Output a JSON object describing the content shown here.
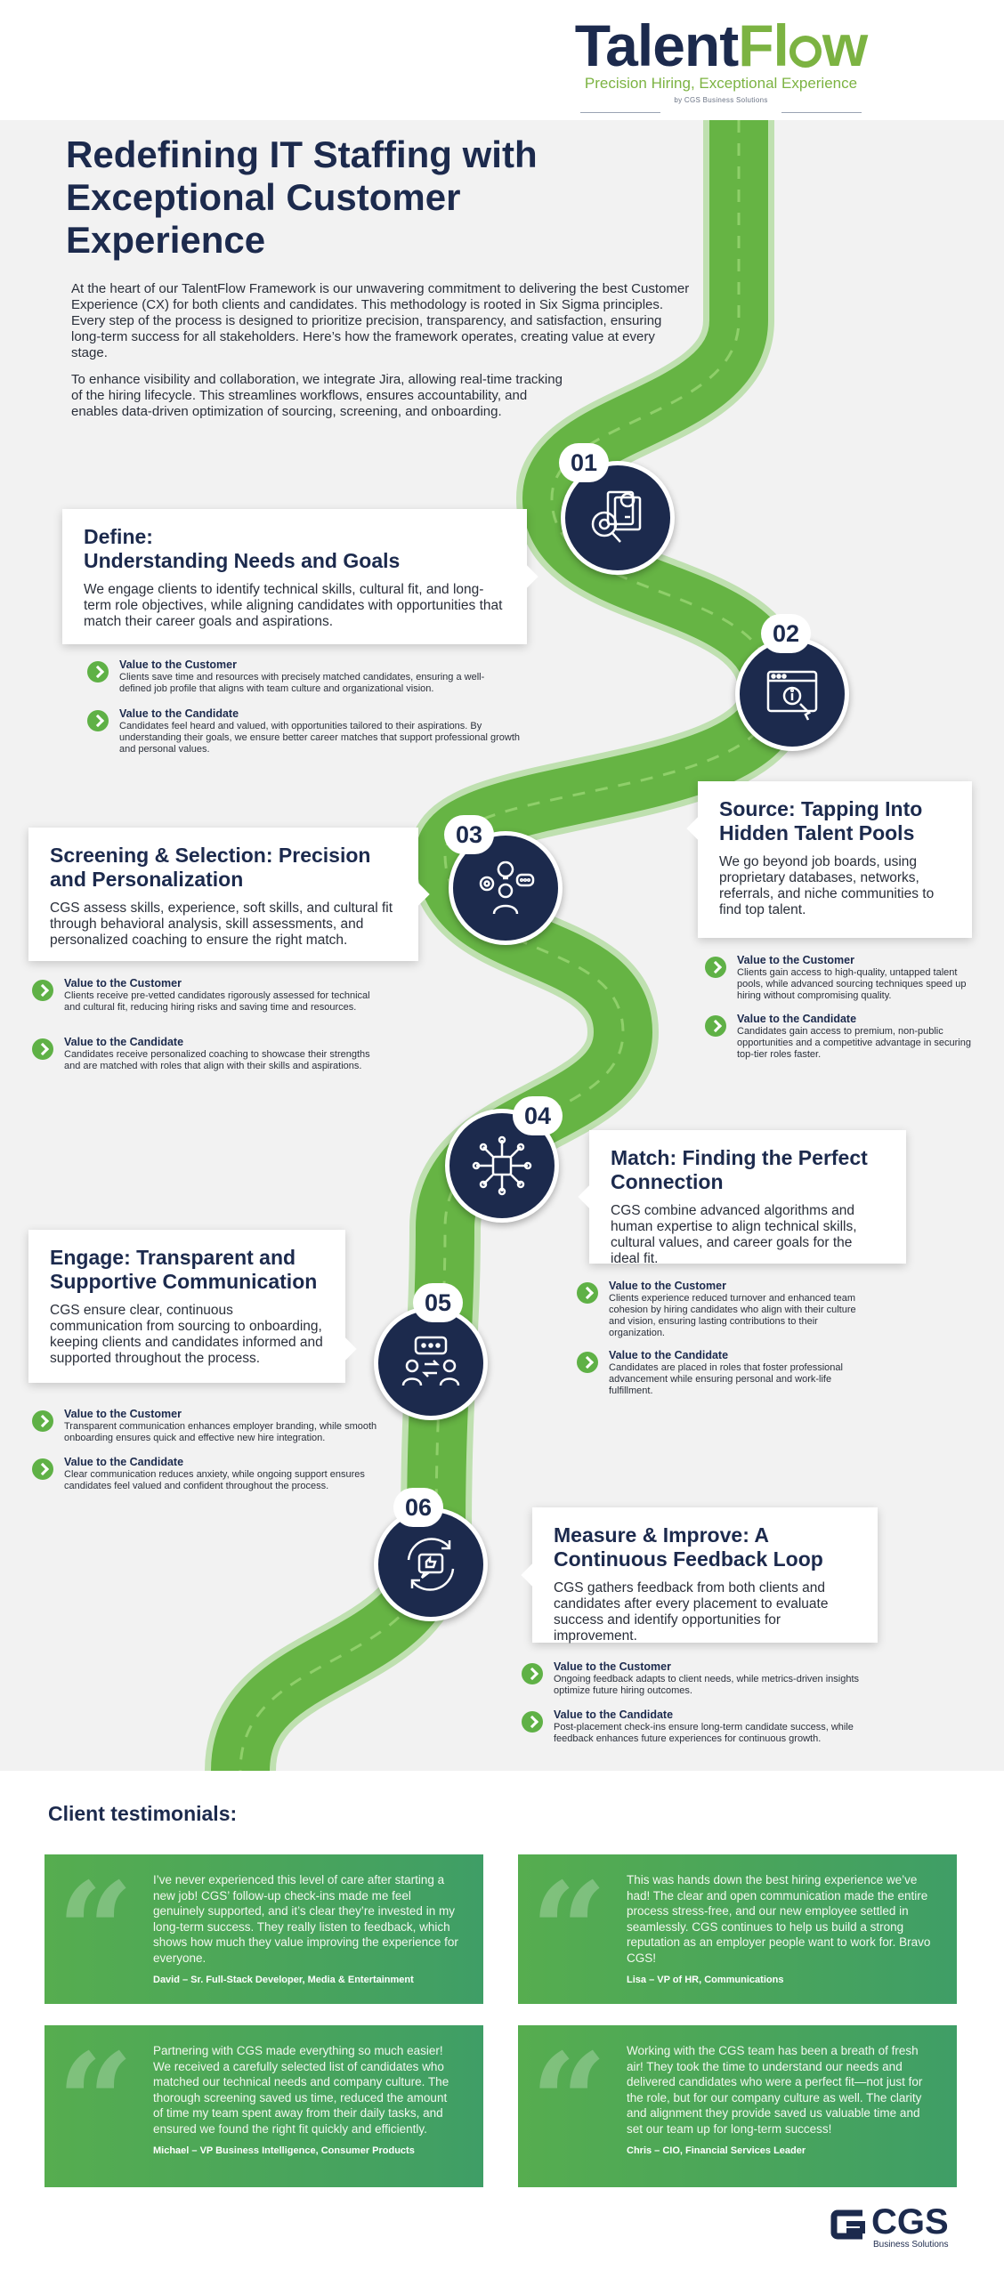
{
  "brand": {
    "name_part1": "Talent",
    "name_part2": "Fl",
    "name_part3": "w",
    "tagline": "Precision Hiring, Exceptional Experience",
    "byline": "by CGS Business Solutions",
    "accent": "#7cb342",
    "navy": "#1c2a4d"
  },
  "hero": {
    "title": "Redefining IT Staffing with Exceptional Customer Experience",
    "intro1": "At the heart of our TalentFlow Framework is our unwavering commitment to delivering the best Customer Experience (CX) for both clients and candidates. This methodology is rooted in Six Sigma principles. Every step of the process is designed to prioritize precision, transparency, and satisfaction, ensuring long-term success for all stakeholders. Here’s how the framework operates, creating value at every stage.",
    "intro2": "To enhance visibility and collaboration, we integrate Jira, allowing real-time tracking of the hiring lifecycle. This streamlines workflows, ensures accountability, and enables data-driven optimization of sourcing, screening, and onboarding."
  },
  "steps": [
    {
      "num": "01",
      "icon": "documents-idea-icon",
      "title": "Define:\nUnderstanding Needs and Goals",
      "body": "We engage clients to identify technical skills, cultural fit, and long-term role objectives, while aligning candidates with opportunities that match their career goals and aspirations.",
      "customer_title": "Value to the Customer",
      "customer_text": "Clients save time and resources with precisely matched candidates, ensuring a well-defined job profile that aligns with team culture and organizational vision.",
      "candidate_title": "Value to the Candidate",
      "candidate_text": "Candidates feel heard and valued, with opportunities tailored to their aspirations. By understanding their goals, we ensure better career matches that support professional growth and personal values."
    },
    {
      "num": "02",
      "icon": "browser-info-icon",
      "title": "Source: Tapping Into Hidden Talent Pools",
      "body": "We go beyond job boards, using proprietary databases, networks, referrals, and niche communities to find top talent.",
      "customer_title": "Value to the Customer",
      "customer_text": "Clients gain access to high-quality, untapped talent pools, while advanced sourcing techniques speed up hiring without compromising quality.",
      "candidate_title": "Value to the Candidate",
      "candidate_text": "Candidates gain access to premium, non-public opportunities and a competitive advantage in securing top-tier roles faster."
    },
    {
      "num": "03",
      "icon": "person-gears-icon",
      "title": "Screening & Selection: Precision and Personalization",
      "body": "CGS assess skills, experience, soft skills, and cultural fit through behavioral analysis, skill assessments, and personalized coaching to ensure the right match.",
      "customer_title": "Value to the Customer",
      "customer_text": "Clients receive pre-vetted candidates rigorously assessed for technical and cultural fit, reducing hiring risks and saving time and resources.",
      "candidate_title": "Value to the Candidate",
      "candidate_text": "Candidates receive personalized coaching to showcase their strengths and are matched with roles that align with their skills and aspirations."
    },
    {
      "num": "04",
      "icon": "network-chip-icon",
      "title": "Match: Finding the Perfect Connection",
      "body": "CGS combine advanced algorithms and human expertise to align technical skills, cultural values, and career goals for the ideal fit.",
      "customer_title": "Value to the Customer",
      "customer_text": "Clients experience reduced turnover and enhanced team cohesion by hiring candidates who align with their culture and vision, ensuring lasting contributions to their organization.",
      "candidate_title": "Value to the Candidate",
      "candidate_text": "Candidates are placed in roles that foster professional advancement while ensuring personal and work-life fulfillment."
    },
    {
      "num": "05",
      "icon": "chat-exchange-icon",
      "title": "Engage: Transparent and Supportive Communication",
      "body": "CGS ensure clear, continuous communication from sourcing to onboarding, keeping clients and candidates informed and supported throughout the process.",
      "customer_title": "Value to the Customer",
      "customer_text": "Transparent communication enhances employer branding, while smooth onboarding ensures quick and effective new hire integration.",
      "candidate_title": "Value to the Candidate",
      "candidate_text": "Clear communication reduces anxiety, while ongoing support ensures candidates feel valued and confident throughout the process."
    },
    {
      "num": "06",
      "icon": "feedback-cycle-icon",
      "title": "Measure & Improve: A Continuous Feedback Loop",
      "body": "CGS gathers feedback from both clients and candidates after every placement to evaluate success and identify opportunities for improvement.",
      "customer_title": "Value to the Customer",
      "customer_text": "Ongoing feedback adapts to client needs, while metrics-driven insights optimize future hiring outcomes.",
      "candidate_title": "Value to the Candidate",
      "candidate_text": "Post-placement check-ins ensure long-term candidate success, while feedback enhances future experiences for continuous growth."
    }
  ],
  "testimonials": {
    "title": "Client testimonials:",
    "items": [
      {
        "quote": "I’ve never experienced this level of care after starting a new job! CGS’ follow-up check-ins made me feel genuinely supported, and it’s clear they’re invested in my long-term success. They really listen to feedback, which shows how much they value improving the experience for everyone.",
        "author": "David – Sr. Full-Stack Developer, Media & Entertainment"
      },
      {
        "quote": "This was hands down the best hiring experience we’ve had! The clear and open communication made the entire process stress-free, and our new employee settled in seamlessly. CGS continues to help us build a strong reputation as an employer people want to work for. Bravo CGS!",
        "author": "Lisa – VP of HR, Communications"
      },
      {
        "quote": "Partnering with CGS made everything so much easier! We received a carefully selected list of candidates who matched our technical needs and company culture. The thorough screening saved us time, reduced the amount of time my team spent away from their daily tasks, and ensured we found the right fit quickly and efficiently.",
        "author": "Michael – VP Business Intelligence, Consumer Products"
      },
      {
        "quote": "Working with the CGS team has been a breath of fresh air! They took the time to understand our needs and delivered candidates who were a perfect fit—not just for the role, but for our company culture as well. The clarity and alignment they provide saved us valuable time and set our team up for long-term success!",
        "author": "Chris – CIO, Financial Services Leader"
      }
    ]
  },
  "footer": {
    "name": "CGS",
    "sub": "Business Solutions"
  }
}
